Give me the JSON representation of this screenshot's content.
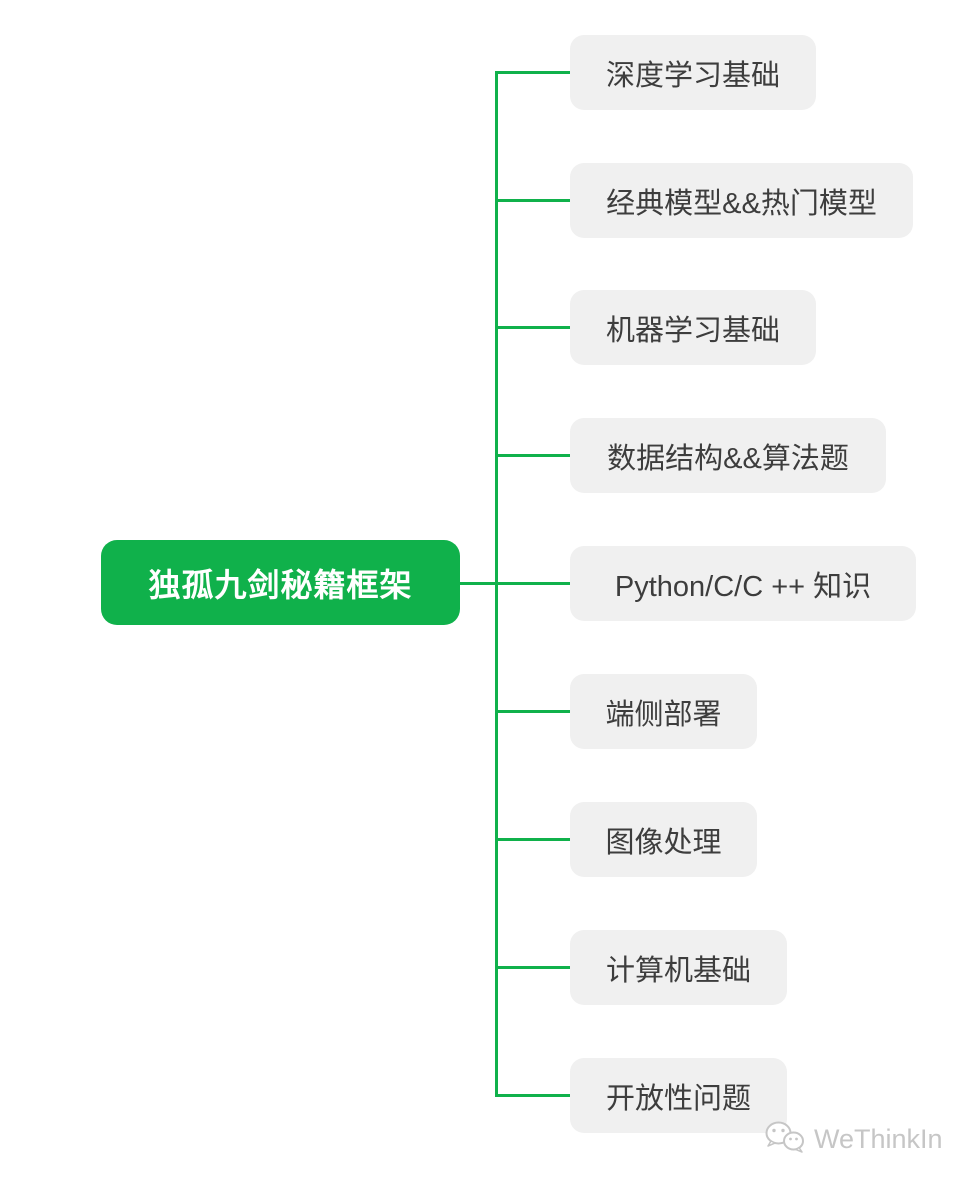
{
  "root": {
    "label": "独孤九剑秘籍框架"
  },
  "branches": [
    {
      "label": "深度学习基础"
    },
    {
      "label": "经典模型&&热门模型"
    },
    {
      "label": "机器学习基础"
    },
    {
      "label": "数据结构&&算法题"
    },
    {
      "label": "Python/C/C ++ 知识"
    },
    {
      "label": "端侧部署"
    },
    {
      "label": "图像处理"
    },
    {
      "label": "计算机基础"
    },
    {
      "label": "开放性问题"
    }
  ],
  "watermark": {
    "label": "WeThinkIn",
    "icon": "wechat-logo-icon"
  },
  "colors": {
    "accent_green": "#10b14b",
    "node_bg": "#f0f0f0",
    "node_text": "#3d3d3d",
    "root_text": "#ffffff",
    "watermark_text": "#c6c6c6"
  }
}
